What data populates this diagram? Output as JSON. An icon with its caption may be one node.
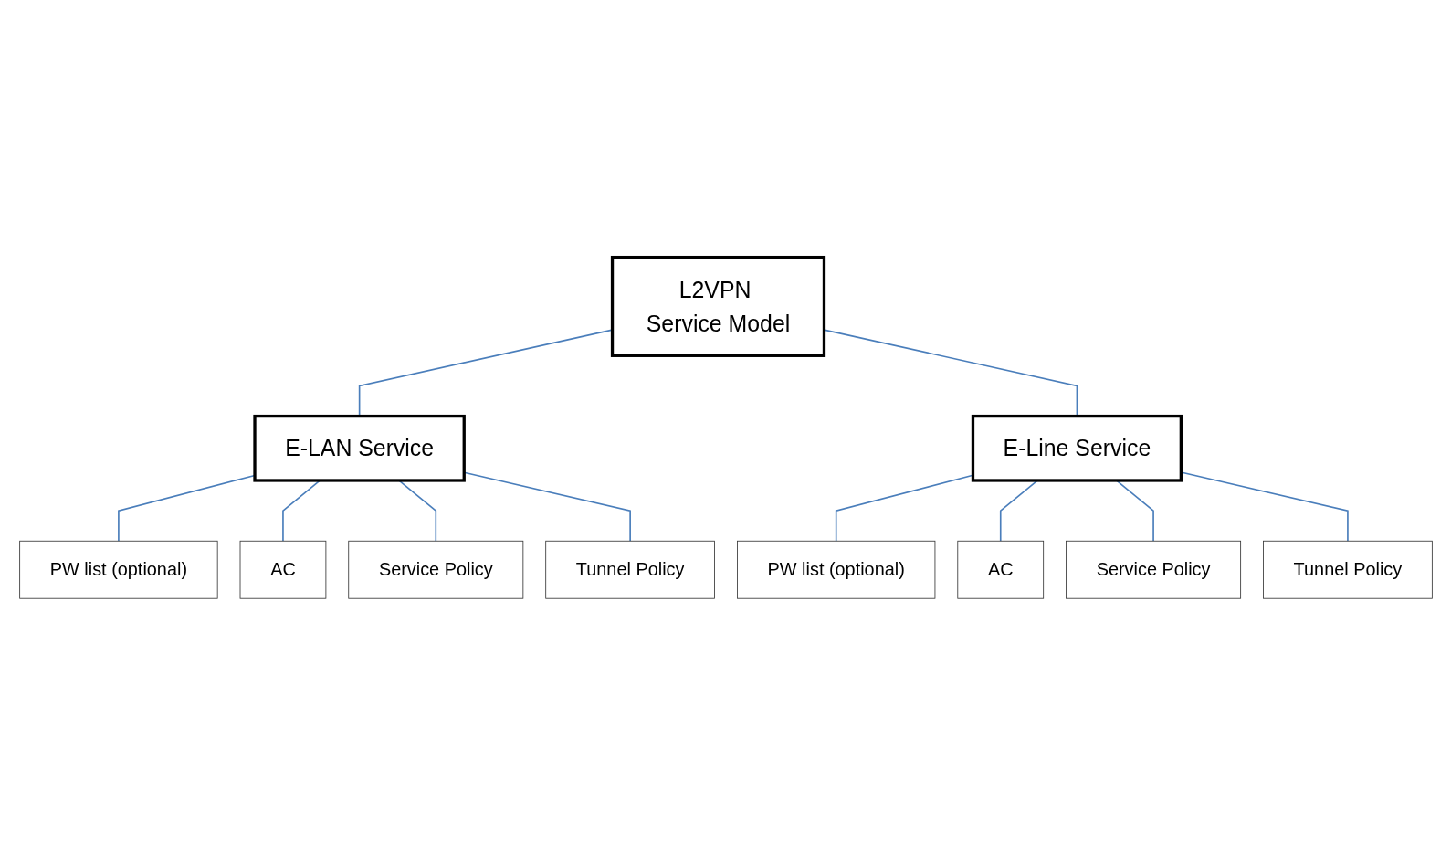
{
  "diagram": {
    "nodes": [
      {
        "text": [
          "L2VPN Service Model"
        ]
      },
      {
        "text": [
          "E-LAN Service"
        ]
      },
      {
        "text": [
          "E-Line Service"
        ]
      },
      {
        "text": [
          "PW list (optional)"
        ]
      },
      {
        "text": [
          "AC"
        ]
      },
      {
        "text": [
          "Service Policy"
        ]
      },
      {
        "text": [
          "Tunnel Policy"
        ]
      },
      {
        "text": [
          "PW list (optional)"
        ]
      },
      {
        "text": [
          "AC"
        ]
      },
      {
        "text": [
          "Service Policy"
        ]
      },
      {
        "text": [
          "Tunnel Policy"
        ]
      }
    ],
    "edges": [
      {
        "from": 0,
        "to": 1,
        "arrow": "none"
      },
      {
        "from": 0,
        "to": 2,
        "arrow": "none"
      },
      {
        "from": 1,
        "to": 3,
        "arrow": "none"
      },
      {
        "from": 1,
        "to": 4,
        "arrow": "none"
      },
      {
        "from": 1,
        "to": 5,
        "arrow": "none"
      },
      {
        "from": 1,
        "to": 6,
        "arrow": "none"
      },
      {
        "from": 2,
        "to": 7,
        "arrow": "none"
      },
      {
        "from": 2,
        "to": 8,
        "arrow": "none"
      },
      {
        "from": 2,
        "to": 9,
        "arrow": "none"
      },
      {
        "from": 2,
        "to": 10,
        "arrow": "none"
      }
    ]
  }
}
